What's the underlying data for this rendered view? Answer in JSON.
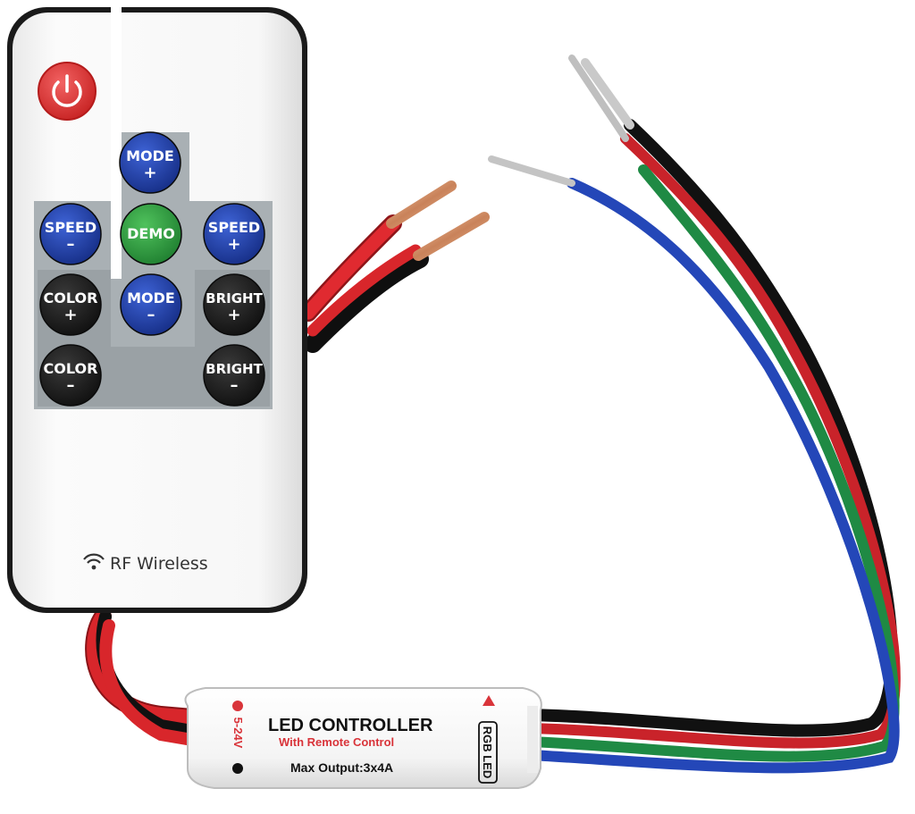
{
  "remote": {
    "brand_label": "RF Wireless",
    "buttons": {
      "mode_plus": [
        "MODE",
        "+"
      ],
      "speed_minus": [
        "SPEED",
        "–"
      ],
      "demo": [
        "DEMO"
      ],
      "speed_plus": [
        "SPEED",
        "+"
      ],
      "color_plus": [
        "COLOR",
        "+"
      ],
      "mode_minus": [
        "MODE",
        "–"
      ],
      "bright_plus": [
        "BRIGHT",
        "+"
      ],
      "color_minus": [
        "COLOR",
        "–"
      ],
      "bright_minus": [
        "BRIGHT",
        "–"
      ]
    },
    "icons": {
      "power": "power-icon",
      "wireless": "wifi-icon"
    }
  },
  "controller": {
    "title": "LED CONTROLLER",
    "subtitle": "With Remote Control",
    "max_output": "Max Output:3x4A",
    "voltage": "5-24V",
    "rgb_badge": "RGB LED"
  },
  "colors": {
    "wire_red": "#d8262b",
    "wire_black": "#161616",
    "wire_green": "#1f8a44",
    "wire_blue": "#2447b8",
    "button_blue": "#1f3fa6",
    "button_green": "#2e9b3e",
    "button_black": "#1b1b1b",
    "power_red": "#e23a3a"
  }
}
